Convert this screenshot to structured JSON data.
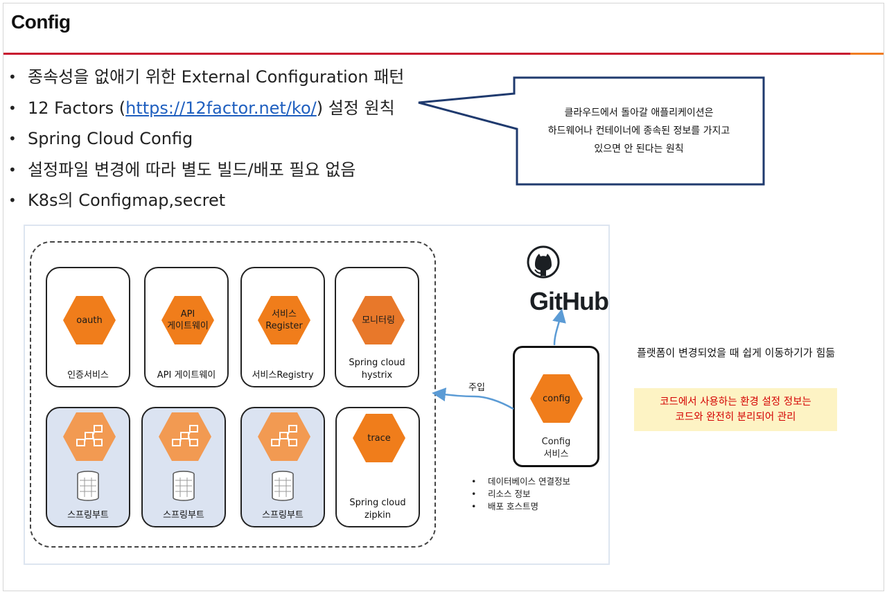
{
  "slide": {
    "title": "Config",
    "bullets": [
      {
        "text": "종속성을 없애기 위한 External Configuration 패턴"
      },
      {
        "prefix": "12 Factors (",
        "link": "https://12factor.net/ko/",
        "suffix": ") 설정 원칙"
      },
      {
        "text": "Spring Cloud Config"
      },
      {
        "text": "설정파일 변경에 따라 별도 빌드/배포 필요 없음"
      },
      {
        "text": "K8s의 Configmap,secret"
      }
    ],
    "bullet_symbol": "•",
    "callout": {
      "lines": [
        "클라우드에서 돌아갈 애플리케이션은",
        "하드웨어나 컨테이너에 종속된 정보를 가지고",
        "있으면 안 된다는 원칙"
      ]
    }
  },
  "diagram": {
    "services": [
      {
        "hex_text": "oauth",
        "label": "인증서비스"
      },
      {
        "hex_text_lines": [
          "API",
          "게이트웨이"
        ],
        "label": "API 게이트웨이"
      },
      {
        "hex_text_lines": [
          "서비스",
          "Register"
        ],
        "label": "서비스Registry"
      },
      {
        "hex_text": "모니터링",
        "label_lines": [
          "Spring cloud",
          "hystrix"
        ]
      },
      {
        "icon": "network-diagram-icon",
        "label": "스프링부트"
      },
      {
        "icon": "network-diagram-icon",
        "label": "스프링부트"
      },
      {
        "icon": "network-diagram-icon",
        "label": "스프링부트"
      },
      {
        "hex_text": "trace",
        "label_lines": [
          "Spring cloud",
          "zipkin"
        ]
      }
    ],
    "github_text": "GitHub",
    "config_service": {
      "hex_text": "config",
      "label_lines": [
        "Config",
        "서비스"
      ]
    },
    "inject_label": "주입",
    "config_info": [
      "데이터베이스 연결정보",
      "리소스 정보",
      "배포 호스트명"
    ]
  },
  "notes": {
    "platform_note": "플랫폼이 변경되었을 때 쉽게 이동하기가 힘듦",
    "highlight_lines": [
      "코드에서 사용하는 환경 설정 정보는",
      "코드와 완전히 분리되어 관리"
    ]
  },
  "colors": {
    "title_rule": "#c8102e",
    "accent": "#f07c22",
    "hex_orange": "#f07d1b",
    "boot_card_bg": "#dbe3f1",
    "callout_border": "#1f3a6e",
    "link": "#1f5fbf",
    "highlight_bg": "#fdf3c4",
    "highlight_text": "#d40000",
    "arrow": "#5b9bd5"
  }
}
